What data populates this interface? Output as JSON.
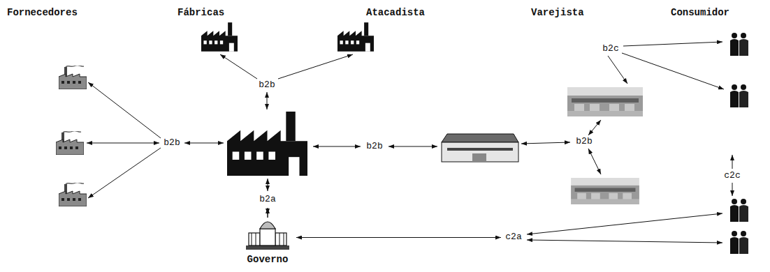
{
  "diagram": {
    "nodes": [
      {
        "text": [
          "b2b"
        ]
      },
      {
        "text": [
          "b2b"
        ]
      },
      {
        "text": [
          "b2b"
        ]
      },
      {
        "text": [
          "b2b"
        ]
      },
      {
        "text": [
          "b2c"
        ]
      },
      {
        "text": [
          "b2a"
        ]
      },
      {
        "text": [
          "c2c"
        ]
      },
      {
        "text": [
          "Governo"
        ]
      },
      {
        "text": [
          "c2a"
        ]
      }
    ],
    "edges": [
      {
        "from": 5,
        "to": 7,
        "arrow": "both"
      },
      {
        "from": 7,
        "to": 8,
        "arrow": "both"
      }
    ],
    "labels": [
      "Fornecedores",
      "Fábricas",
      "Atacadista",
      "Varejista",
      "Consumidor"
    ]
  }
}
